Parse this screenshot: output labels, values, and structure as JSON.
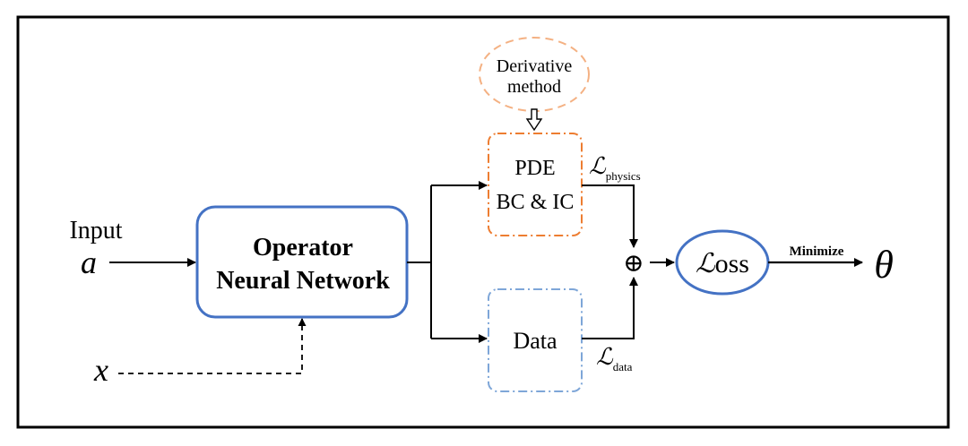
{
  "input": {
    "label": "Input",
    "symbol": "a"
  },
  "coordinate": {
    "symbol": "x"
  },
  "operator": {
    "line1": "Operator",
    "line2": "Neural Network"
  },
  "derivative": {
    "line1": "Derivative",
    "line2": "method"
  },
  "pde_box": {
    "line1": "PDE",
    "line2": "BC & IC"
  },
  "data_box": {
    "label": "Data"
  },
  "loss_physics": {
    "symbol": "ℒ",
    "subscript": "physics"
  },
  "loss_data": {
    "symbol": "ℒ",
    "subscript": "data"
  },
  "sum_symbol": "⊕",
  "loss": {
    "symbol": "ℒ",
    "text": "oss"
  },
  "minimize_label": "Minimize",
  "output_symbol": "θ",
  "colors": {
    "blue": "#4472c4",
    "orange": "#ed7d31",
    "light_orange": "#f4b183",
    "light_blue": "#7ea6d8",
    "black": "#000000"
  }
}
